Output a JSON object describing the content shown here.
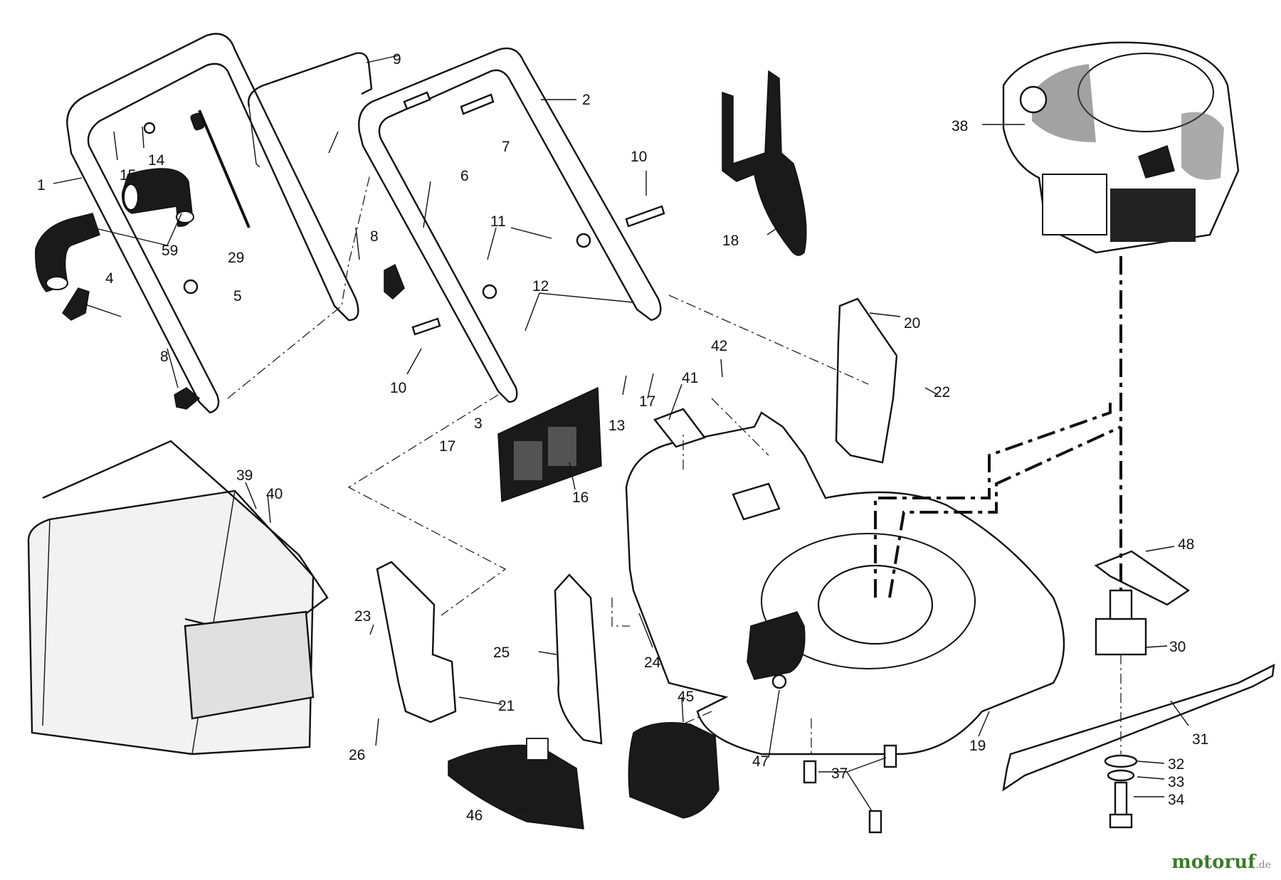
{
  "watermark": {
    "brand": "motoruf",
    "domain": ".de"
  },
  "callouts": [
    "1",
    "2",
    "3",
    "4",
    "5",
    "6",
    "7",
    "8",
    "8",
    "9",
    "10",
    "10",
    "11",
    "12",
    "13",
    "14",
    "15",
    "16",
    "17",
    "17",
    "18",
    "19",
    "20",
    "21",
    "22",
    "23",
    "24",
    "25",
    "26",
    "29",
    "30",
    "31",
    "32",
    "33",
    "34",
    "37",
    "38",
    "39",
    "40",
    "41",
    "42",
    "45",
    "46",
    "47",
    "48",
    "59"
  ]
}
